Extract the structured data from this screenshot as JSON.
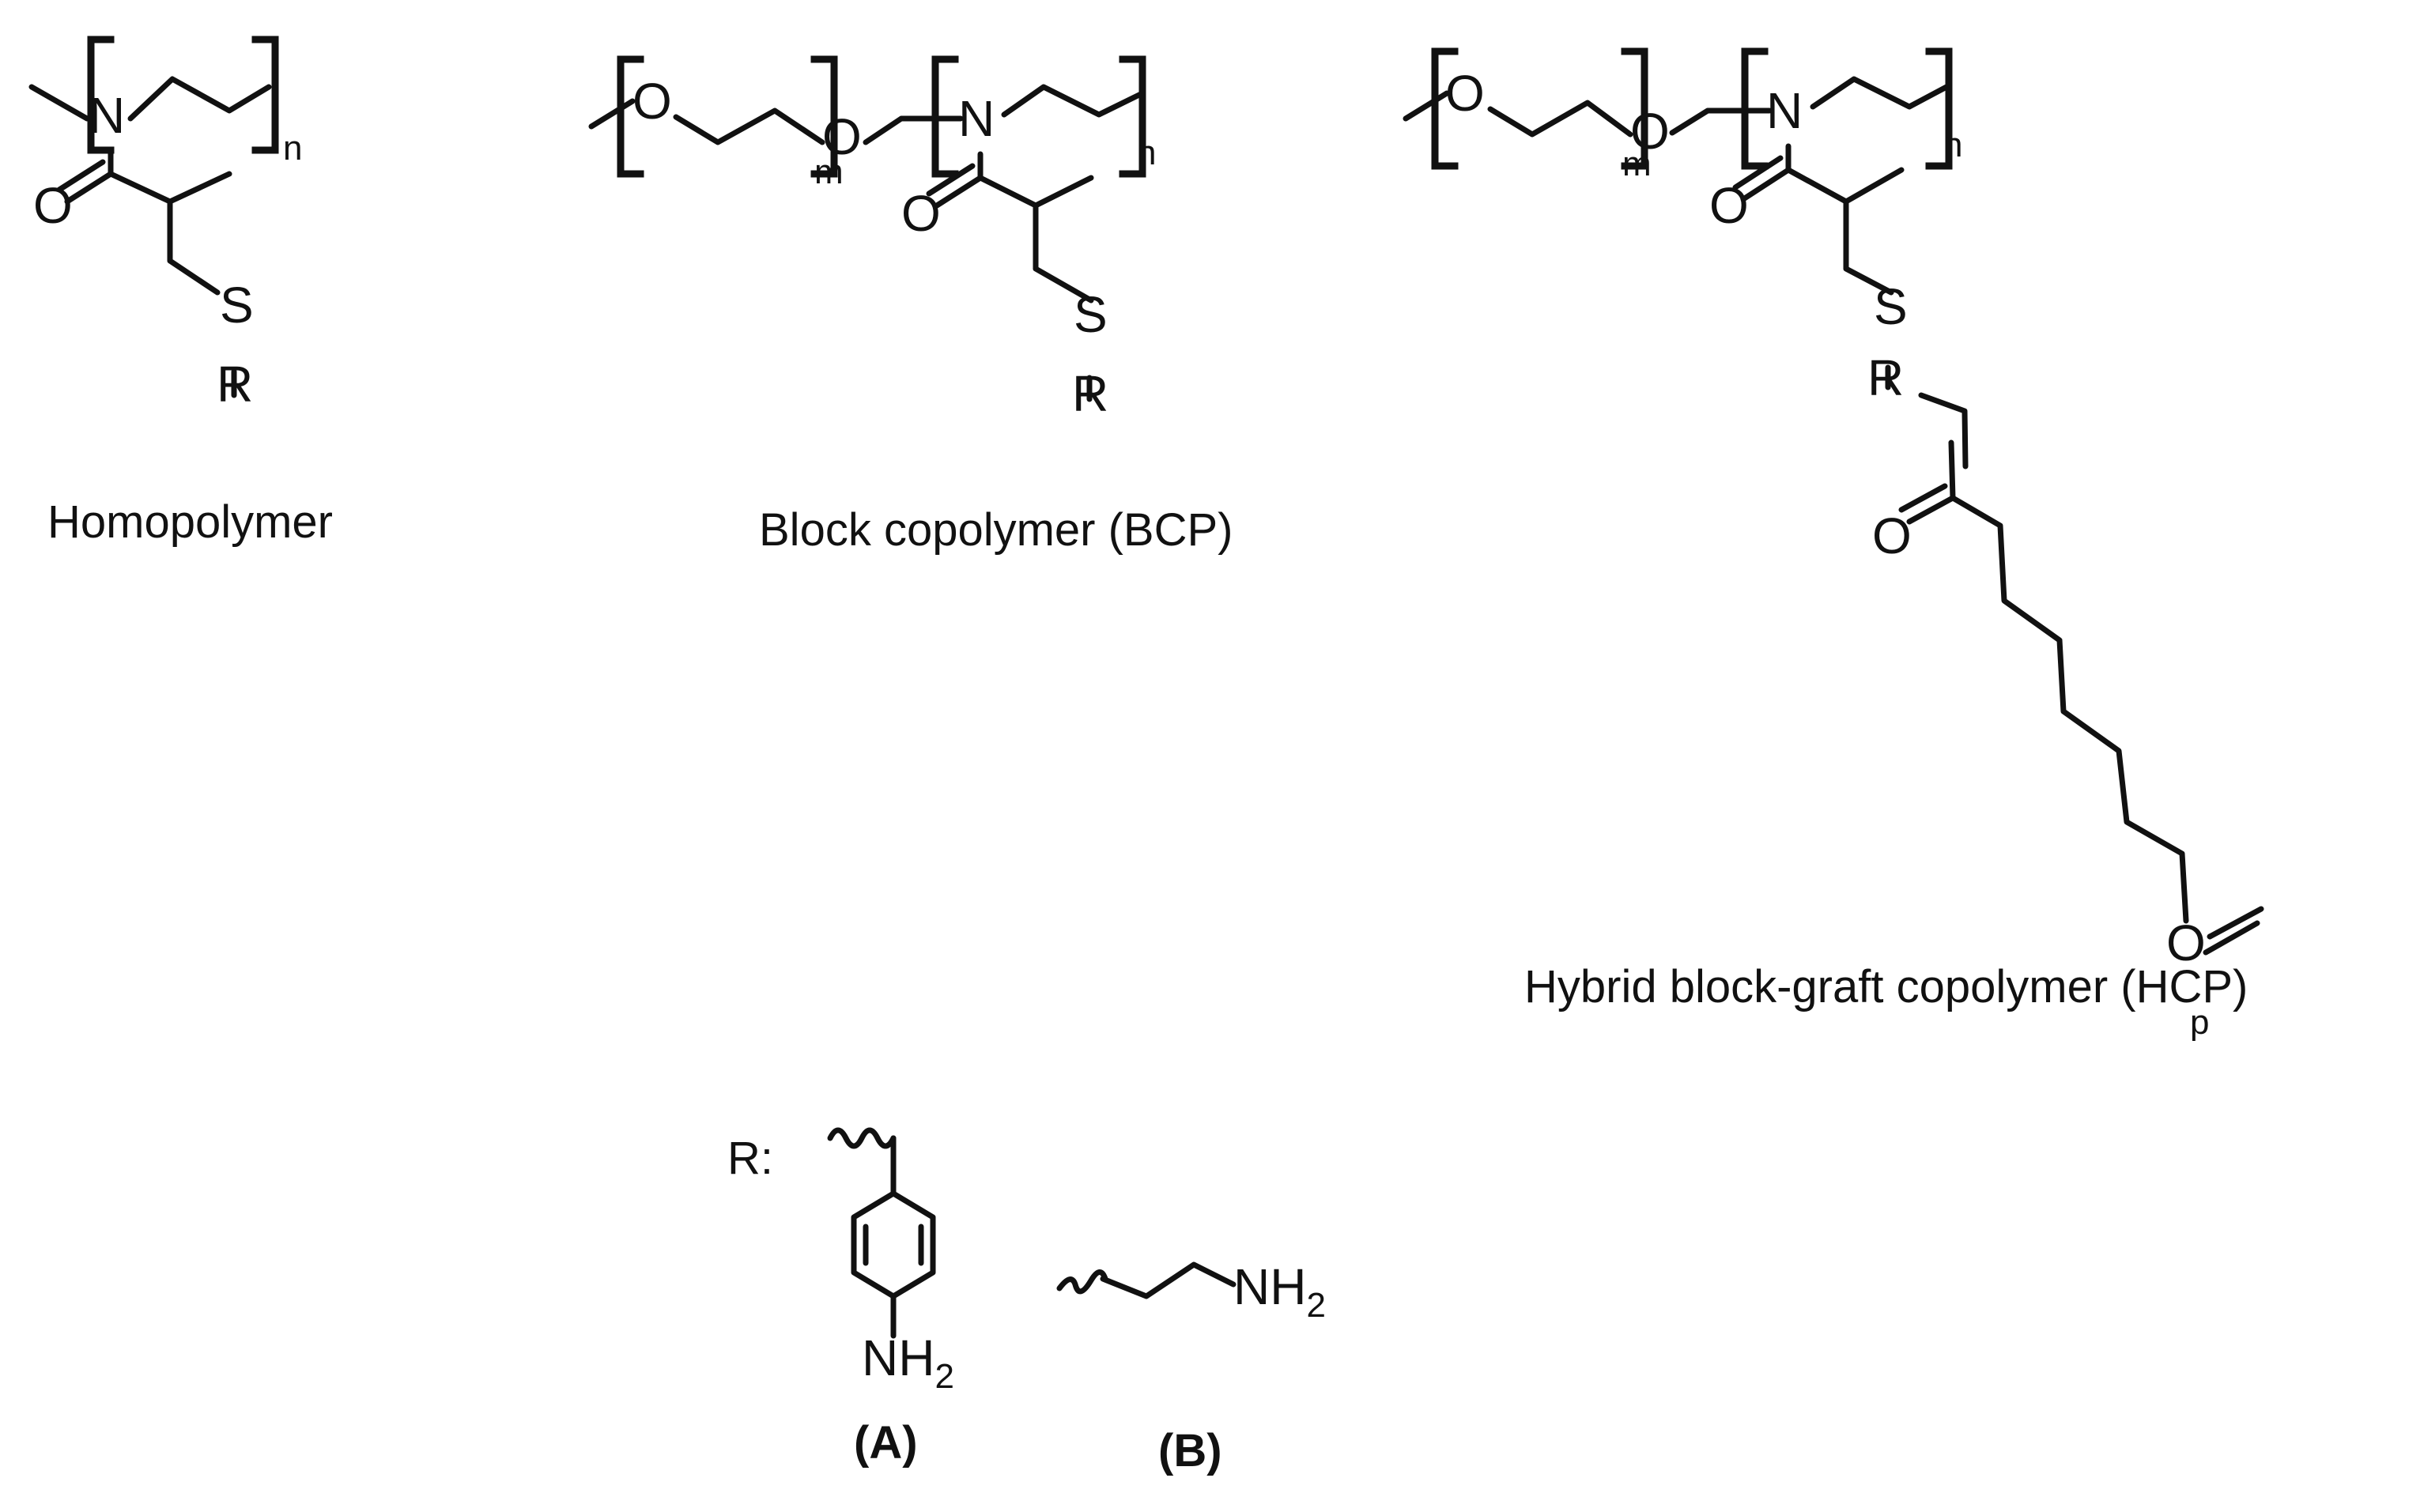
{
  "atoms": {
    "nitrogen": "N",
    "oxygen": "O",
    "sulfur": "S",
    "r_group": "R",
    "amine": "NH",
    "amine_subscript": "2"
  },
  "repeat_units": {
    "n": "n",
    "m": "m",
    "p": "p"
  },
  "captions": {
    "homopolymer": "Homopolymer",
    "bcp": "Block copolymer (BCP)",
    "hcp": "Hybrid block-graft copolymer (HCP)"
  },
  "r_groups": {
    "prefix": "R:",
    "option_a_label": "(A)",
    "option_b_label": "(B)"
  },
  "colors": {
    "ink": "#111111",
    "background": "#ffffff"
  }
}
